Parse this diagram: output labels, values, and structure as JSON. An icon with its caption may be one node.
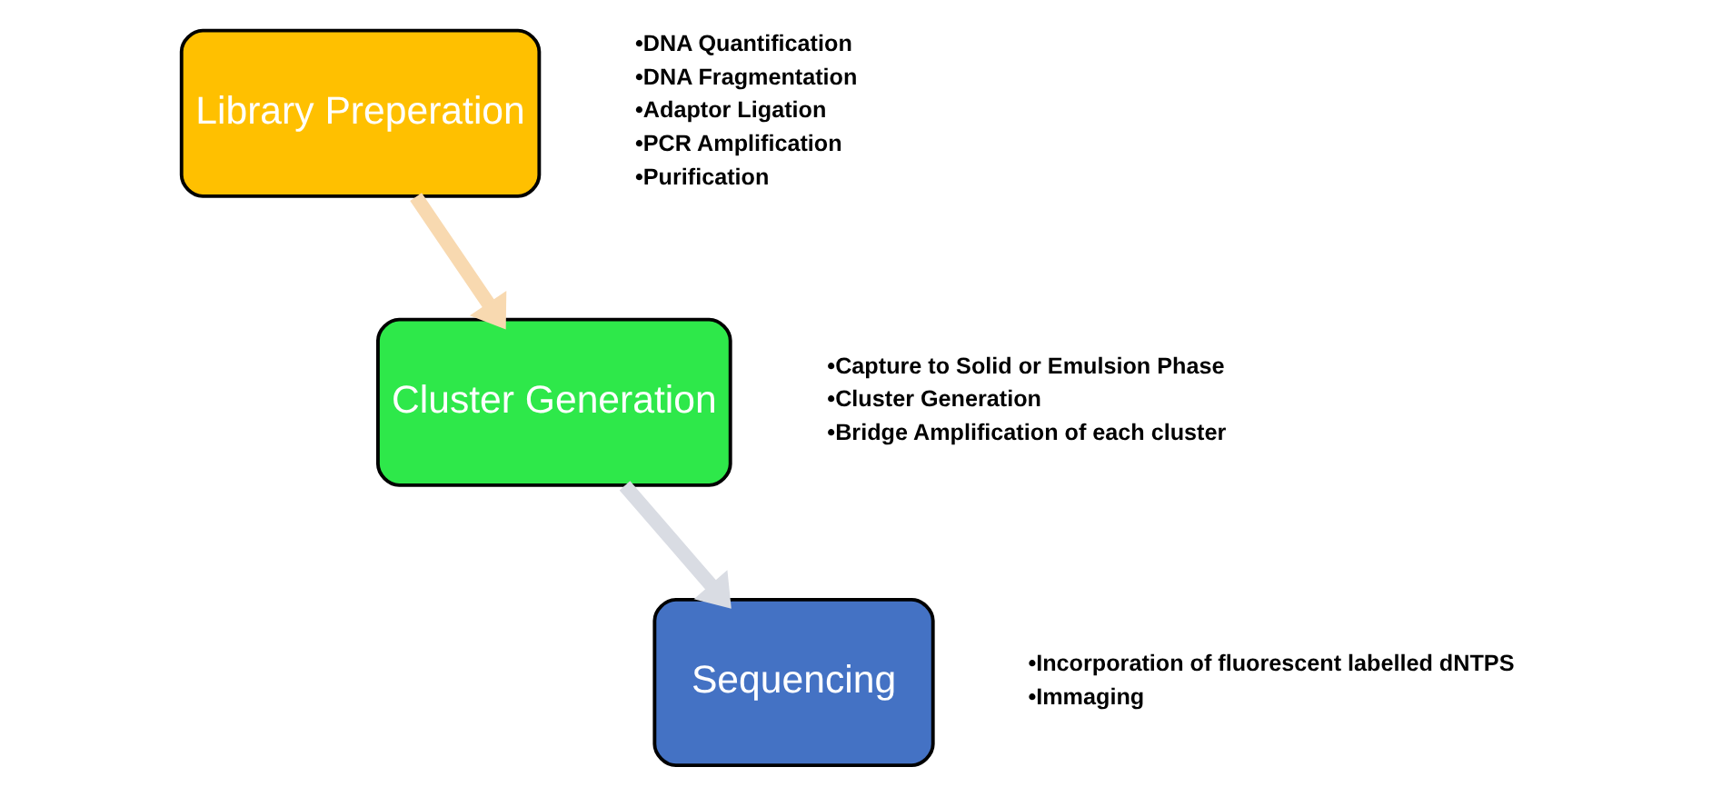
{
  "diagram": {
    "nodes": [
      {
        "text": [
          "Library Preperation"
        ],
        "beside": [
          "•DNA Quantification",
          "•DNA Fragmentation",
          "•Adaptor Ligation",
          "•PCR Amplification",
          "•Purification"
        ]
      },
      {
        "text": [
          "Cluster Generation"
        ],
        "beside": [
          "•Capture to Solid or Emulsion Phase",
          "•Cluster Generation",
          "•Bridge Amplification of each cluster"
        ]
      },
      {
        "text": [
          "Sequencing"
        ],
        "beside": [
          "•Incorporation of fluorescent labelled dNTPS",
          "•Immaging"
        ]
      }
    ],
    "edges": [
      {
        "from": 0,
        "to": 1,
        "arrow": "to",
        "color": "#f8d9b0"
      },
      {
        "from": 1,
        "to": 2,
        "arrow": "to",
        "color": "#d9dce3"
      }
    ]
  }
}
